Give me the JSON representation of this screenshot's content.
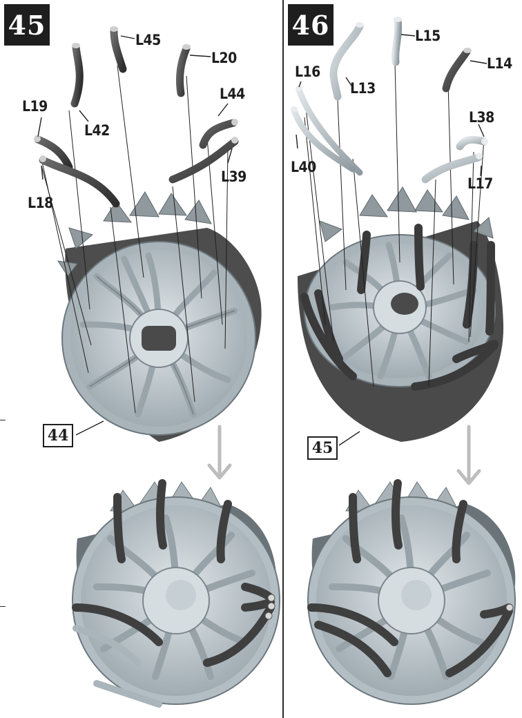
{
  "steps": [
    {
      "number": "45",
      "reference_part": "44",
      "part_labels": [
        "L45",
        "L20",
        "L19",
        "L42",
        "L44",
        "L39",
        "L18"
      ]
    },
    {
      "number": "46",
      "reference_part": "45",
      "part_labels": [
        "L15",
        "L16",
        "L14",
        "L13",
        "L38",
        "L40",
        "L17"
      ]
    }
  ],
  "icons": {
    "down_arrow": "down-arrow-icon"
  },
  "colors": {
    "badge_background": "#1e1e1e",
    "hose_dark": "#3f3f3f",
    "hose_light": "#b9c3c8",
    "engine_body": "#c5ced3",
    "housing_dark": "#4a4a4a",
    "arrow": "#bdbdbd"
  }
}
